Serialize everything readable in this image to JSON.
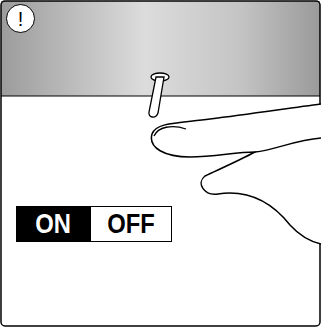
{
  "diagram": {
    "nodes": [
      {
        "text": [
          "!"
        ]
      },
      {
        "text": [
          "ON"
        ]
      },
      {
        "text": [
          "OFF"
        ]
      }
    ]
  }
}
